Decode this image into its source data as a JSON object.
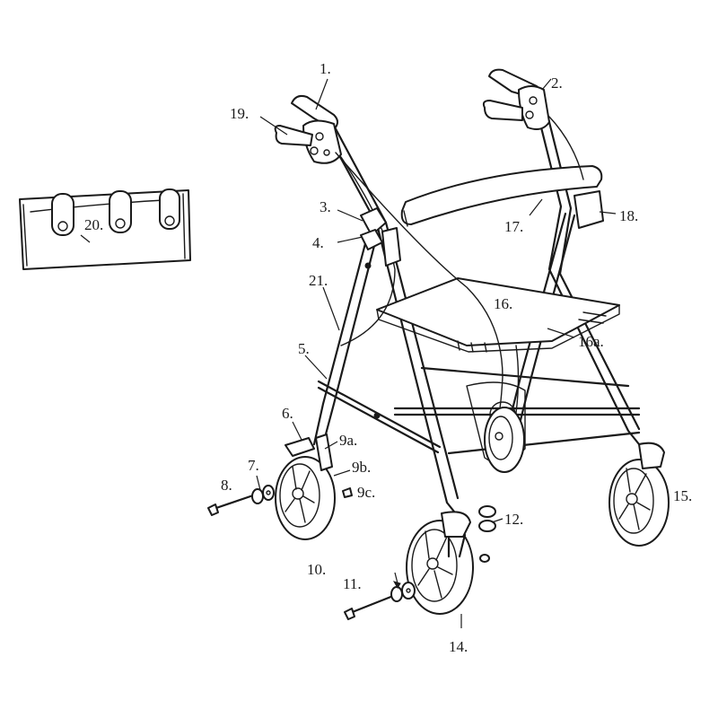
{
  "labels": {
    "l1": "1.",
    "l2": "2.",
    "l3": "3.",
    "l4": "4.",
    "l5": "5.",
    "l6": "6.",
    "l7": "7.",
    "l8": "8.",
    "l9a": "9a.",
    "l9b": "9b.",
    "l9c": "9c.",
    "l10": "10.",
    "l11": "11.",
    "l12": "12.",
    "l14": "14.",
    "l15": "15.",
    "l16": "16.",
    "l16a": "16a.",
    "l17": "17.",
    "l18": "18.",
    "l19": "19.",
    "l20": "20.",
    "l21": "21."
  },
  "colors": {
    "ink": "#1a1a1a",
    "paper": "#ffffff"
  }
}
